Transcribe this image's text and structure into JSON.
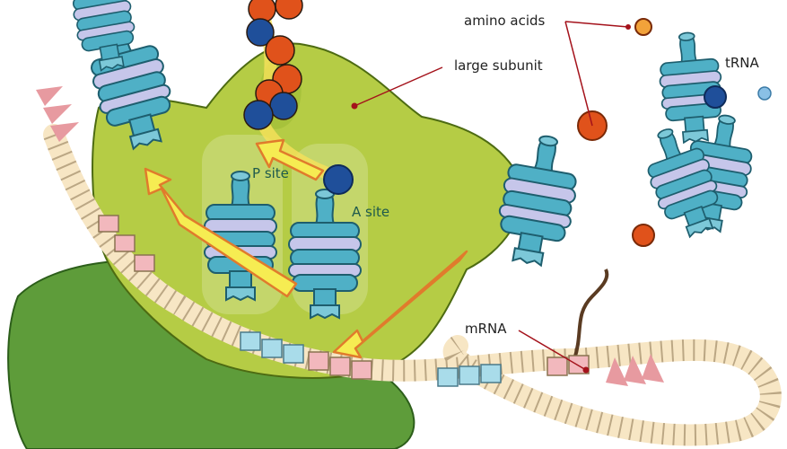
{
  "labels": {
    "amino_acids": "amino acids",
    "large_subunit": "large subunit",
    "trna": "tRNA",
    "p_site": "P site",
    "a_site": "A site",
    "mrna": "mRNA"
  },
  "colors": {
    "large_subunit": "#b5cc45",
    "small_subunit": "#5e9c3a",
    "trna_body": "#4fb0c6",
    "trna_stripe": "#c6c6ea",
    "amino_acid_orange": "#e0521b",
    "amino_acid_blue": "#1f4f9a",
    "arrow_fill": "#f6ec52",
    "arrow_outline": "#e07b2c",
    "callout_line": "#a4121b",
    "codon_pink": "#f2b8bd",
    "codon_cream": "#f7e6c4",
    "codon_blue": "#a9dcea"
  }
}
